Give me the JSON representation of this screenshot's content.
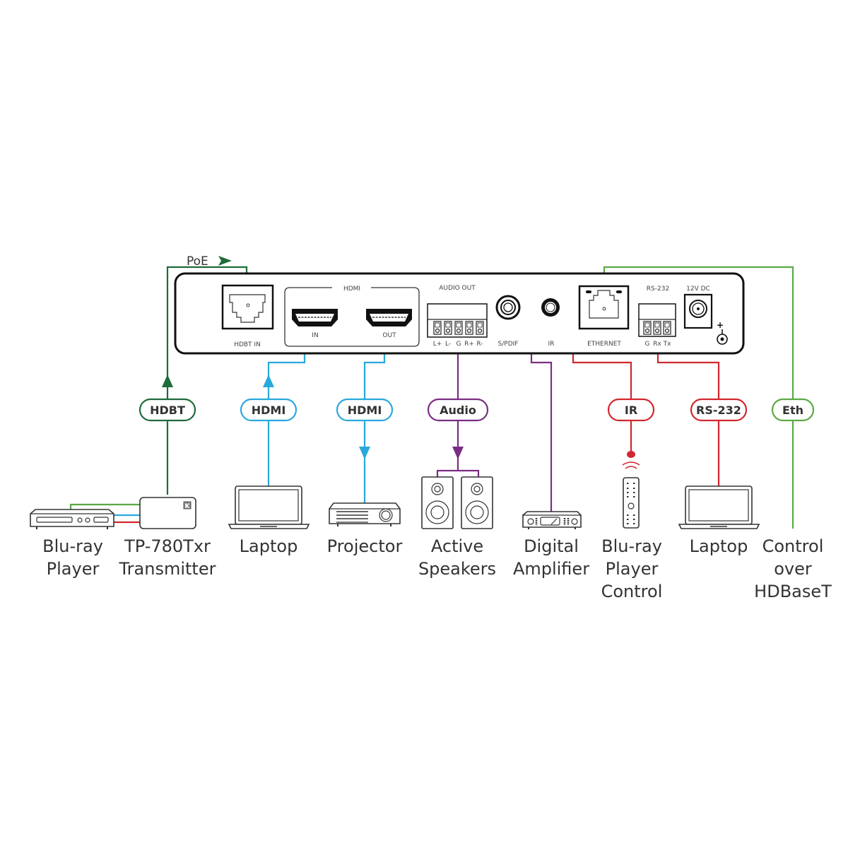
{
  "colors": {
    "hdbt": "#1f6b3a",
    "eth": "#5aa944",
    "hdmi": "#29a8dc",
    "audio": "#7b2d83",
    "control": "#d1272e",
    "outline": "#222222"
  },
  "device_panel": {
    "poe_label": "PoE",
    "hdbt_in_label": "HDBT IN",
    "hdmi_group_label": "HDMI",
    "hdmi_in_label": "IN",
    "hdmi_out_label": "OUT",
    "audio_out_label": "AUDIO OUT",
    "audio_pins": [
      "L+",
      "L-",
      "G",
      "R+",
      "R-"
    ],
    "spdif_label": "S/PDIF",
    "ir_label": "IR",
    "ethernet_label": "ETHERNET",
    "rs232_label": "RS-232",
    "rs232_pins": [
      "G",
      "Rx",
      "Tx"
    ],
    "power_label": "12V DC",
    "power_polarity": "+"
  },
  "connections": [
    {
      "id": "hdbt",
      "label": "HDBT",
      "direction": "up"
    },
    {
      "id": "hdmi-in",
      "label": "HDMI",
      "direction": "up"
    },
    {
      "id": "hdmi-out",
      "label": "HDMI",
      "direction": "down"
    },
    {
      "id": "audio",
      "label": "Audio",
      "direction": "down"
    },
    {
      "id": "ir",
      "label": "IR",
      "direction": "none"
    },
    {
      "id": "rs232",
      "label": "RS-232",
      "direction": "none"
    },
    {
      "id": "eth",
      "label": "Eth",
      "direction": "none"
    }
  ],
  "devices": [
    {
      "id": "bluray",
      "label_lines": [
        "Blu-ray",
        "Player"
      ]
    },
    {
      "id": "transmitter",
      "label_lines": [
        "TP-780Txr",
        "Transmitter"
      ]
    },
    {
      "id": "laptop-in",
      "label_lines": [
        "Laptop"
      ]
    },
    {
      "id": "projector",
      "label_lines": [
        "Projector"
      ]
    },
    {
      "id": "speakers",
      "label_lines": [
        "Active",
        "Speakers"
      ]
    },
    {
      "id": "amplifier",
      "label_lines": [
        "Digital",
        "Amplifier"
      ]
    },
    {
      "id": "ir-control",
      "label_lines": [
        "Blu-ray",
        "Player",
        "Control"
      ]
    },
    {
      "id": "laptop-rs232",
      "label_lines": [
        "Laptop"
      ]
    },
    {
      "id": "eth-control",
      "label_lines": [
        "Control",
        "over",
        "HDBaseT"
      ]
    }
  ]
}
